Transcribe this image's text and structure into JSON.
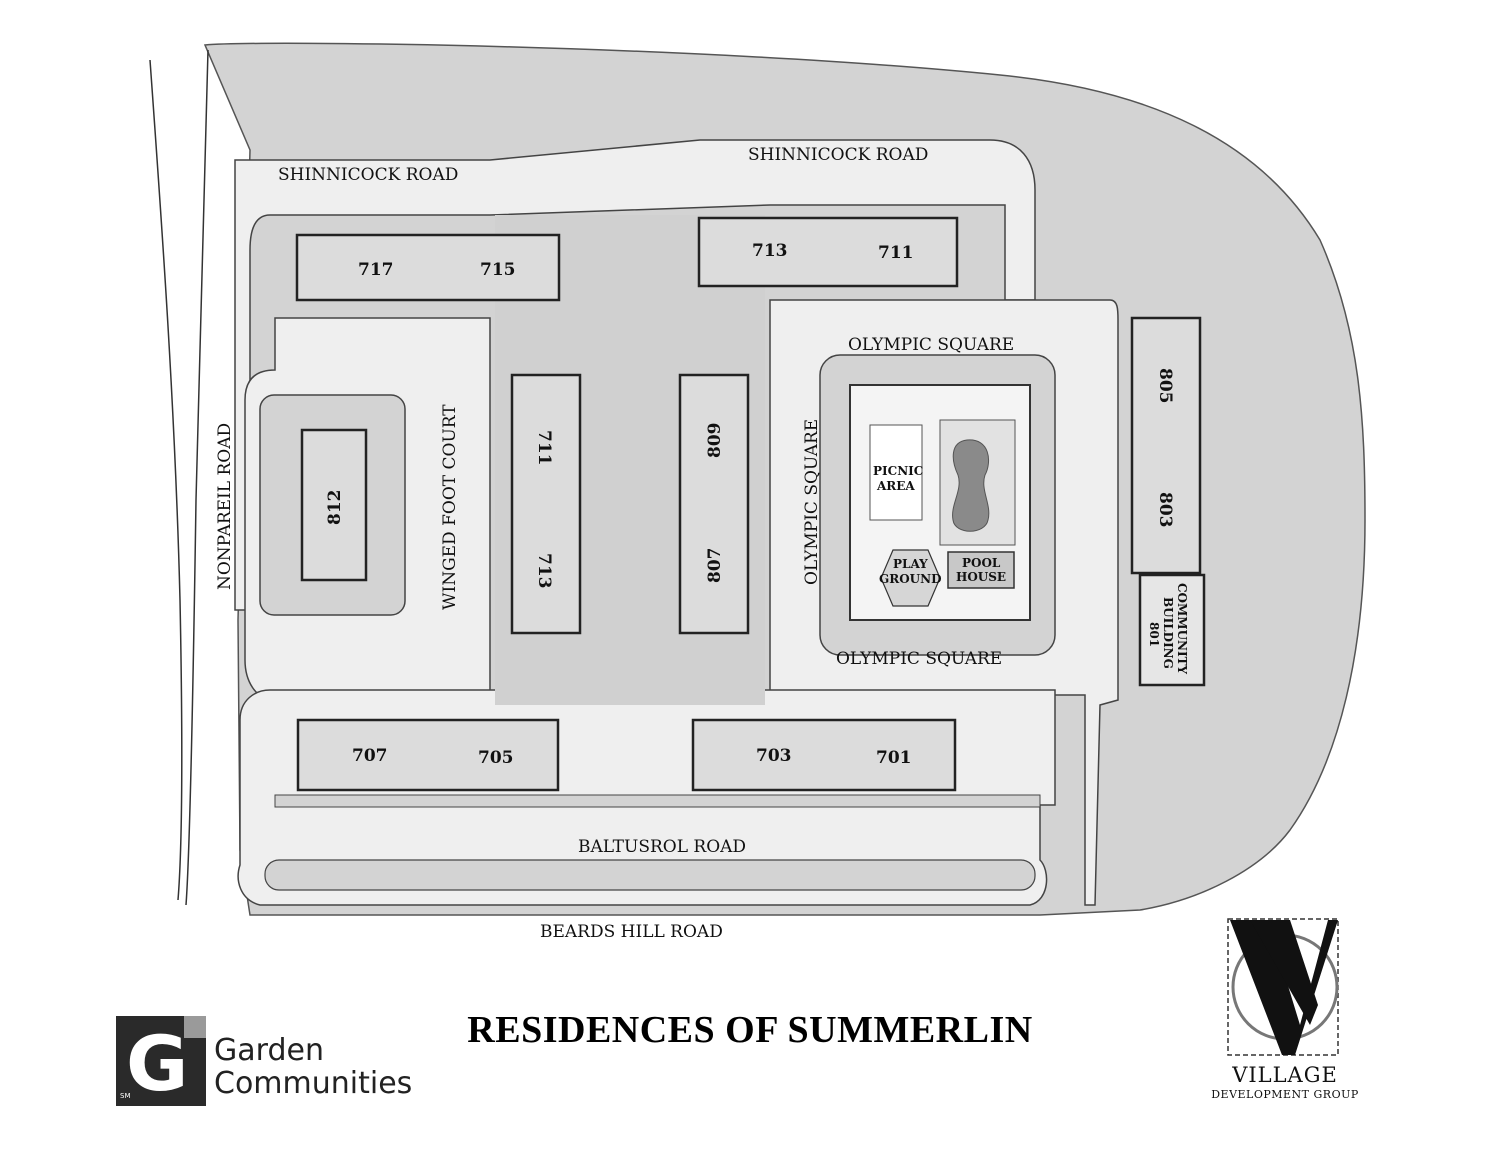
{
  "title": "RESIDENCES OF SUMMERLIN",
  "roads": {
    "shinnicock_west": "SHINNICOCK ROAD",
    "shinnicock_east": "SHINNICOCK ROAD",
    "olympic_north": "OLYMPIC SQUARE",
    "olympic_west": "OLYMPIC SQUARE",
    "olympic_south": "OLYMPIC SQUARE",
    "winged_foot": "WINGED FOOT COURT",
    "nonpareil": "NONPAREIL ROAD",
    "baltusrol": "BALTUSROL ROAD",
    "beards_hill": "BEARDS HILL ROAD"
  },
  "buildings": {
    "b717": "717",
    "b715": "715",
    "b713n": "713",
    "b711n": "711",
    "b711w": "711",
    "b713w": "713",
    "b809": "809",
    "b807": "807",
    "b812": "812",
    "b805": "805",
    "b803": "803",
    "b707": "707",
    "b705": "705",
    "b703": "703",
    "b701": "701"
  },
  "community_building": {
    "line1": "COMMUNITY",
    "line2": "BUILDING",
    "number": "801"
  },
  "amenities": {
    "picnic_1": "PICNIC",
    "picnic_2": "AREA",
    "play_1": "PLAY",
    "play_2": "GROUND",
    "pool_1": "POOL",
    "pool_2": "HOUSE"
  },
  "logos": {
    "garden_line1": "Garden",
    "garden_line2": "Communities",
    "garden_letter": "G",
    "garden_sm": "SM",
    "village_name": "VILLAGE",
    "village_sub": "DEVELOPMENT GROUP"
  },
  "colors": {
    "ground": "#d3d3d3",
    "building": "#dcdcdc",
    "paving": "#efefef",
    "outline": "#222222",
    "pool": "#8a8a8a"
  }
}
